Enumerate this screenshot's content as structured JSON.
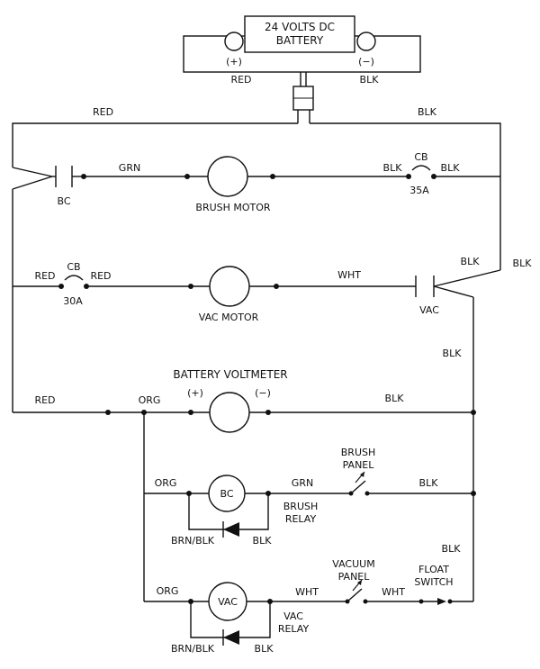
{
  "battery": {
    "line1": "24 VOLTS DC",
    "line2": "BATTERY",
    "pos": "(+)",
    "neg": "(−)",
    "pos_wire": "RED",
    "neg_wire": "BLK"
  },
  "top": {
    "left_wire": "RED",
    "right_wire": "BLK"
  },
  "brush_row": {
    "contact": "BC",
    "wire_grn": "GRN",
    "motor": "BRUSH MOTOR",
    "cb_left_wire": "BLK",
    "cb": "CB",
    "cb_right_wire": "BLK",
    "cb_rating": "35A"
  },
  "right_edge": {
    "blk_a": "BLK",
    "blk_b": "BLK"
  },
  "vac_row": {
    "red_left": "RED",
    "cb": "CB",
    "red_right": "RED",
    "cb_rating": "30A",
    "motor": "VAC MOTOR",
    "wire_wht": "WHT",
    "contact": "VAC",
    "blk_down": "BLK"
  },
  "voltmeter_row": {
    "title": "BATTERY VOLTMETER",
    "pos": "(+)",
    "neg": "(−)",
    "red": "RED",
    "org": "ORG",
    "blk": "BLK"
  },
  "bc_row": {
    "org": "ORG",
    "coil": "BC",
    "grn": "GRN",
    "relay_line1": "BRUSH",
    "relay_line2": "RELAY",
    "panel_line1": "BRUSH",
    "panel_line2": "PANEL",
    "blk": "BLK",
    "diode_left": "BRN/BLK",
    "diode_right": "BLK"
  },
  "vac_relay_row": {
    "blk_top": "BLK",
    "org": "ORG",
    "coil": "VAC",
    "wht": "WHT",
    "relay_line1": "VAC",
    "relay_line2": "RELAY",
    "panel_line1": "VACUUM",
    "panel_line2": "PANEL",
    "wht2": "WHT",
    "float_line1": "FLOAT",
    "float_line2": "SWITCH",
    "diode_left": "BRN/BLK",
    "diode_right": "BLK"
  }
}
